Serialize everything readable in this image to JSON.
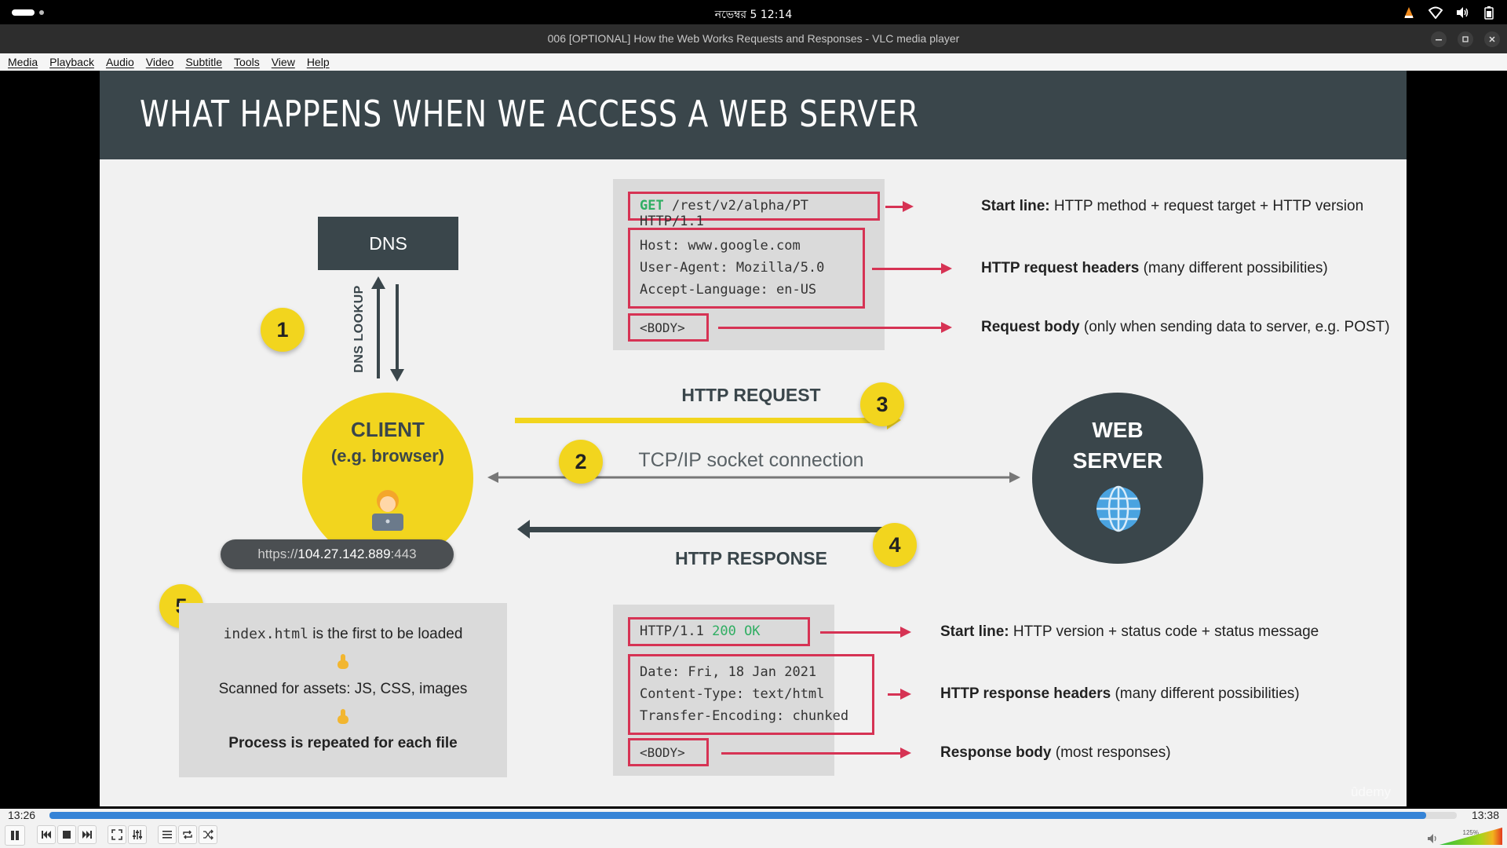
{
  "topbar": {
    "clock": "নভেম্বর 5  12:14",
    "icons": [
      "vlc-tray-icon",
      "wifi-icon",
      "speaker-icon",
      "battery-icon"
    ]
  },
  "window": {
    "title": "006 [OPTIONAL] How the Web Works Requests and Responses - VLC media player",
    "buttons": [
      "minimize",
      "maximize",
      "close"
    ]
  },
  "menu": {
    "items": [
      "Media",
      "Playback",
      "Audio",
      "Video",
      "Subtitle",
      "Tools",
      "View",
      "Help"
    ]
  },
  "slide": {
    "title": "WHAT HAPPENS WHEN WE ACCESS A WEB SERVER",
    "dns": "DNS",
    "dns_lookup": "DNS LOOKUP",
    "badges": [
      "1",
      "2",
      "3",
      "4",
      "5"
    ],
    "client_title": "CLIENT",
    "client_sub": "(e.g. browser)",
    "url_prefix": "https://",
    "url_host": "104.27.142.889",
    "url_port": ":443",
    "server_line1": "WEB",
    "server_line2": "SERVER",
    "http_request": "HTTP REQUEST",
    "tcp": "TCP/IP socket connection",
    "http_response": "HTTP RESPONSE",
    "request": {
      "start_line_method": "GET",
      "start_line_rest": " /rest/v2/alpha/PT HTTP/1.1",
      "headers": [
        "Host: www.google.com",
        "User-Agent: Mozilla/5.0",
        "Accept-Language: en-US"
      ],
      "body": "<BODY>",
      "annot_start_bold": "Start line:",
      "annot_start_rest": " HTTP method + request target + HTTP version",
      "annot_headers_bold": "HTTP request headers",
      "annot_headers_rest": " (many different possibilities)",
      "annot_body_bold": "Request body",
      "annot_body_rest": " (only when sending data to server, e.g. POST)"
    },
    "response": {
      "start_line_version": "HTTP/1.1 ",
      "start_line_status": "200 OK",
      "headers": [
        "Date: Fri, 18 Jan 2021",
        "Content-Type: text/html",
        "Transfer-Encoding: chunked"
      ],
      "body": "<BODY>",
      "annot_start_bold": "Start line:",
      "annot_start_rest": " HTTP version + status code + status message",
      "annot_headers_bold": "HTTP response headers",
      "annot_headers_rest": " (many different possibilities)",
      "annot_body_bold": "Response body",
      "annot_body_rest": " (most responses)"
    },
    "step5": {
      "line1_code": "index.html",
      "line1_rest": " is the first to be loaded",
      "line2": "Scanned for assets: JS, CSS, images",
      "line3": "Process is repeated for each file"
    },
    "watermark": "ûdemy"
  },
  "controls": {
    "time_current": "13:26",
    "time_total": "13:38",
    "progress_fraction": 0.978,
    "volume_label": "125%",
    "volume_level": 1.0,
    "buttons": [
      "pause",
      "previous",
      "stop",
      "next",
      "fullscreen",
      "extended-settings",
      "playlist",
      "loop",
      "shuffle"
    ]
  },
  "colors": {
    "slide_dark": "#3a464b",
    "accent_yellow": "#f2d51e",
    "annot_red": "#d63354",
    "method_green": "#2fae62",
    "seek_blue": "#3583d6"
  }
}
